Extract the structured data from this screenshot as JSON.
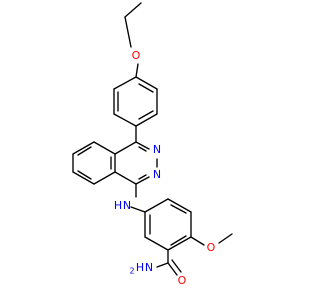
{
  "molecule": {
    "atoms": {
      "o_ether": "O",
      "n_upper": "N",
      "n_lower": "N",
      "nh_n": "N",
      "nh_h": "H",
      "o_methoxy": "O",
      "o_carbonyl": "O",
      "nh2_n": "N",
      "nh2_h": "H",
      "nh2_sub": "2"
    },
    "colors": {
      "bond": "#000000",
      "oxygen": "#ff0000",
      "nitrogen": "#0000ff"
    }
  }
}
